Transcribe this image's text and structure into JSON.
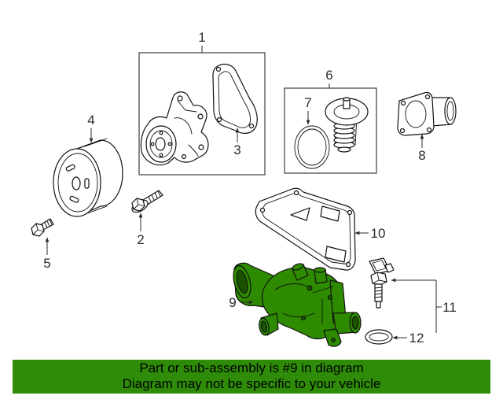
{
  "diagram": {
    "callouts": [
      "1",
      "2",
      "3",
      "4",
      "5",
      "6",
      "7",
      "8",
      "9",
      "10",
      "11",
      "12"
    ],
    "highlighted_part": "9"
  },
  "banner": {
    "line1": "Part or sub-assembly is #9 in diagram",
    "line2": "Diagram may not be specific to your vehicle"
  },
  "colors": {
    "highlight": "#2e8b00",
    "highlight_dark": "#1a5200",
    "banner": "#2f8c08",
    "line_art": "#111111"
  }
}
